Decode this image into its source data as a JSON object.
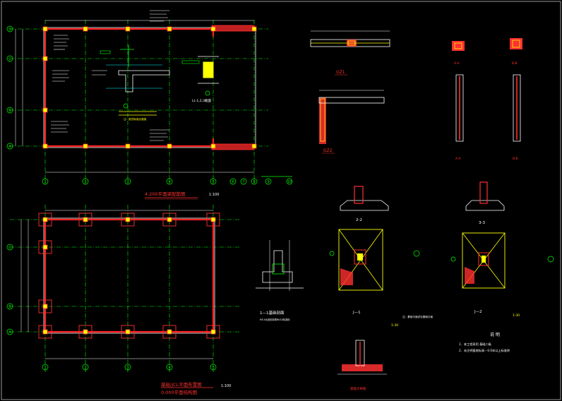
{
  "drawing": {
    "top_plan": {
      "title": "4.200平面梁配筋图",
      "scale": "1:100",
      "section_tag": "LL-1,2,3截面",
      "note": "注：梁顶标高见建施"
    },
    "bottom_plan": {
      "title_line1": "基础/JCL平面布置图",
      "title_line2": "0.000平面结构图",
      "scale": "1:100"
    },
    "details": {
      "gz1": "GZ1",
      "gz2": "GZ2",
      "sec_aa": "A-A",
      "sec_bb": "B-B",
      "sec_22": "2-2",
      "sec_33": "3-3",
      "sec_11_caption": "1—1基础剖面",
      "sec_11_sub": "M5.0水泥砂浆砌MU10标准砖",
      "j1": "J—1",
      "j2": "J—2",
      "j_scale_1": "1:30",
      "j_scale_2": "1:30",
      "j_note": "注：基础平面详见基础平面",
      "footing_caption": "基础大样图",
      "notes_title": "说 明",
      "note_1": "1．本工程采用 基础二级",
      "note_2": "2．未注明基底标高－0.0米以上标准砖"
    },
    "axes_top": [
      "1",
      "2",
      "3",
      "4",
      "5",
      "6",
      "7",
      "8",
      "9",
      "10"
    ],
    "axes_side": [
      "A",
      "B",
      "C",
      "D"
    ]
  }
}
